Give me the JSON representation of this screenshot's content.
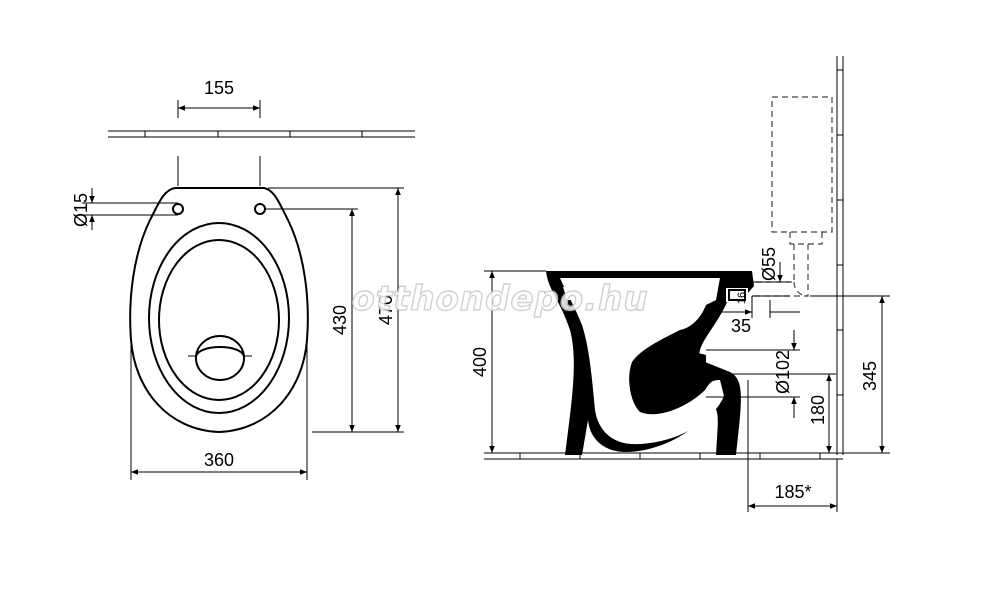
{
  "top_view": {
    "dim_holes_spacing": "155",
    "dim_hole_diameter": "Ø15",
    "dim_width": "360",
    "dim_fixing_depth": "430",
    "dim_total_depth": "470"
  },
  "side_view": {
    "dim_height": "400",
    "dim_inlet_diameter": "Ø55",
    "dim_inlet_offset": "35",
    "dim_outlet_diameter": "Ø102",
    "dim_outlet_height": "180",
    "dim_inlet_height": "345",
    "dim_wall_distance": "185*",
    "dim_inlet_small": "16"
  },
  "watermark": "otthondepo.hu"
}
